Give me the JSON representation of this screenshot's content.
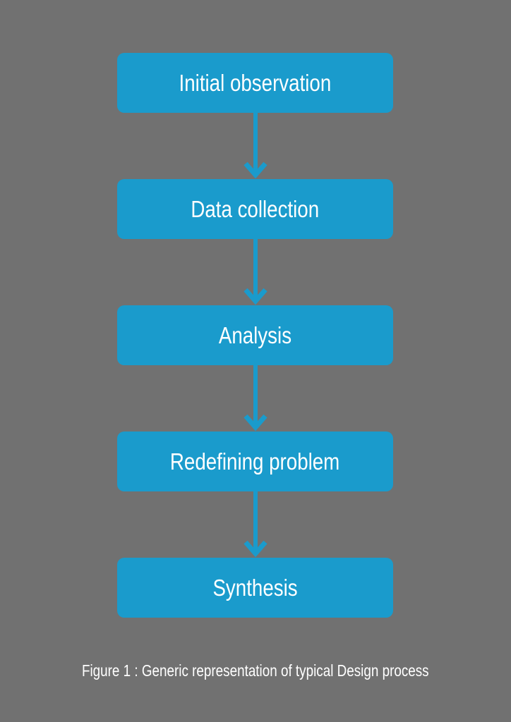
{
  "steps": [
    {
      "label": "Initial observation"
    },
    {
      "label": "Data collection"
    },
    {
      "label": "Analysis"
    },
    {
      "label": "Redefining problem"
    },
    {
      "label": "Synthesis"
    }
  ],
  "caption": "Figure 1 : Generic representation of typical Design process",
  "colors": {
    "background": "#717171",
    "box": "#1a9bcc",
    "text": "#ffffff"
  }
}
